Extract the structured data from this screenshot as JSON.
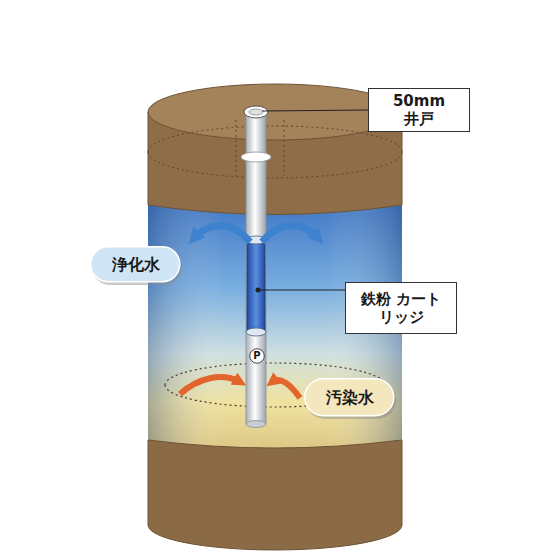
{
  "diagram": {
    "nodes": [
      {
        "text": [
          "50mm 井戸"
        ]
      },
      {
        "text": [
          "浄化水"
        ]
      },
      {
        "text": [
          "鉄粉 カートリッジ"
        ]
      },
      {
        "text": [
          "P"
        ]
      },
      {
        "text": [
          "汚染水"
        ]
      }
    ]
  }
}
